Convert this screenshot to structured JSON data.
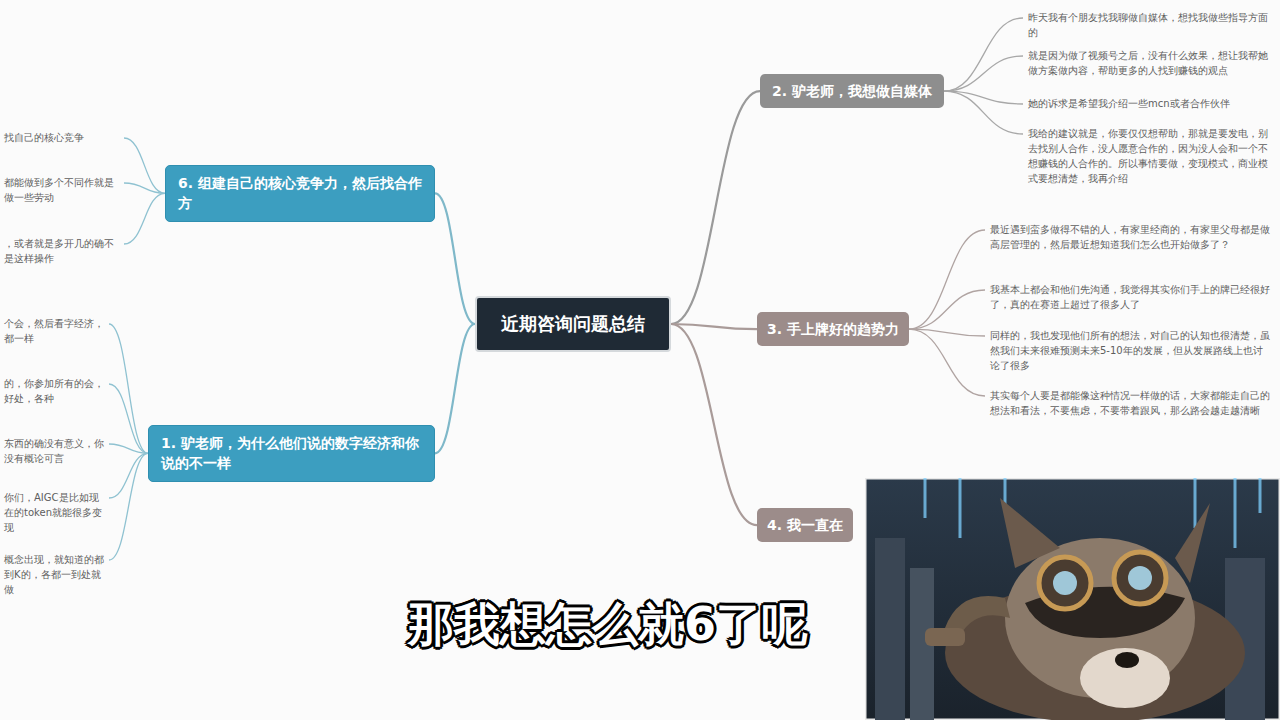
{
  "diagram": {
    "nodes": [
      {
        "text": [
          "近期咨询问题总结"
        ]
      },
      {
        "text": [
          "2. 驴老师，我想做自媒体"
        ]
      },
      {
        "text": [
          "昨天我有个朋友找我聊做自媒体，想找我做些指导方面的"
        ]
      },
      {
        "text": [
          "就是因为做了视频号之后，没有什么效果，想让我帮她做方案做内容，帮助更多的人找到赚钱的观点"
        ]
      },
      {
        "text": [
          "她的诉求是希望我介绍一些mcn或者合作伙伴"
        ]
      },
      {
        "text": [
          "我给的建议就是，你要仅仅想帮助，那就是要发电，别去找别人合作，没人愿意合作的，因为没人会和一个不想赚钱的人合作的。所以事情要做，变现模式，商业模式要想清楚，我再介绍"
        ]
      },
      {
        "text": [
          "3. 手上牌好的趋势力"
        ]
      },
      {
        "text": [
          "最近遇到蛮多做得不错的人，有家里经商的，有家里父母都是做高层管理的，然后最近想知道我们怎么也开始做多了？"
        ]
      },
      {
        "text": [
          "我基本上都会和他们先沟通，我觉得其实你们手上的牌已经很好了，真的在赛道上超过了很多人了"
        ]
      },
      {
        "text": [
          "同样的，我也发现他们所有的想法，对自己的认知也很清楚，虽然我们未来很难预测未来5-10年的发展，但从发展路线上也讨论了很多"
        ]
      },
      {
        "text": [
          "其实每个人要是都能像这种情况一样做的话，大家都能走自己的想法和看法，不要焦虑，不要带着跟风，那么路会越走越清晰"
        ]
      },
      {
        "text": [
          "4. 我一直在"
        ]
      },
      {
        "text": [
          "1. 驴老师，为什么他们说的数字经济和你说的不一样"
        ]
      },
      {
        "text": [
          "个会，然后看字经济，都一样"
        ]
      },
      {
        "text": [
          "的，你参加所有的会，好处，各种"
        ]
      },
      {
        "text": [
          "东西的确没有意义，你没有概论可言"
        ]
      },
      {
        "text": [
          "你们，AIGC是比如现在的token就能很多变现"
        ]
      },
      {
        "text": [
          "概念出现，就知道的都到K的，各都一到处就做"
        ]
      },
      {
        "text": [
          "6. 组建自己的核心竞争力，然后找合作方"
        ]
      },
      {
        "text": [
          "找自己的核心竞争"
        ]
      },
      {
        "text": [
          "都能做到多个不同作就是做一些劳动"
        ]
      },
      {
        "text": [
          "，或者就是多开几的确不是这样操作"
        ]
      }
    ],
    "edges": [
      {
        "from": 0,
        "to": 1,
        "arrow": "none"
      },
      {
        "from": 1,
        "to": 2,
        "arrow": "none"
      },
      {
        "from": 1,
        "to": 3,
        "arrow": "none"
      },
      {
        "from": 1,
        "to": 4,
        "arrow": "none"
      },
      {
        "from": 1,
        "to": 5,
        "arrow": "none"
      },
      {
        "from": 0,
        "to": 6,
        "arrow": "none"
      },
      {
        "from": 6,
        "to": 7,
        "arrow": "none"
      },
      {
        "from": 6,
        "to": 8,
        "arrow": "none"
      },
      {
        "from": 6,
        "to": 9,
        "arrow": "none"
      },
      {
        "from": 6,
        "to": 10,
        "arrow": "none"
      },
      {
        "from": 0,
        "to": 11,
        "arrow": "none"
      },
      {
        "from": 0,
        "to": 12,
        "arrow": "none"
      },
      {
        "from": 12,
        "to": 13,
        "arrow": "none"
      },
      {
        "from": 12,
        "to": 14,
        "arrow": "none"
      },
      {
        "from": 12,
        "to": 15,
        "arrow": "none"
      },
      {
        "from": 12,
        "to": 16,
        "arrow": "none"
      },
      {
        "from": 12,
        "to": 17,
        "arrow": "none"
      },
      {
        "from": 0,
        "to": 18,
        "arrow": "none"
      },
      {
        "from": 18,
        "to": 19,
        "arrow": "none"
      },
      {
        "from": 18,
        "to": 20,
        "arrow": "none"
      },
      {
        "from": 18,
        "to": 21,
        "arrow": "none"
      }
    ],
    "labels": [
      "那我想怎么就6了呢"
    ]
  }
}
